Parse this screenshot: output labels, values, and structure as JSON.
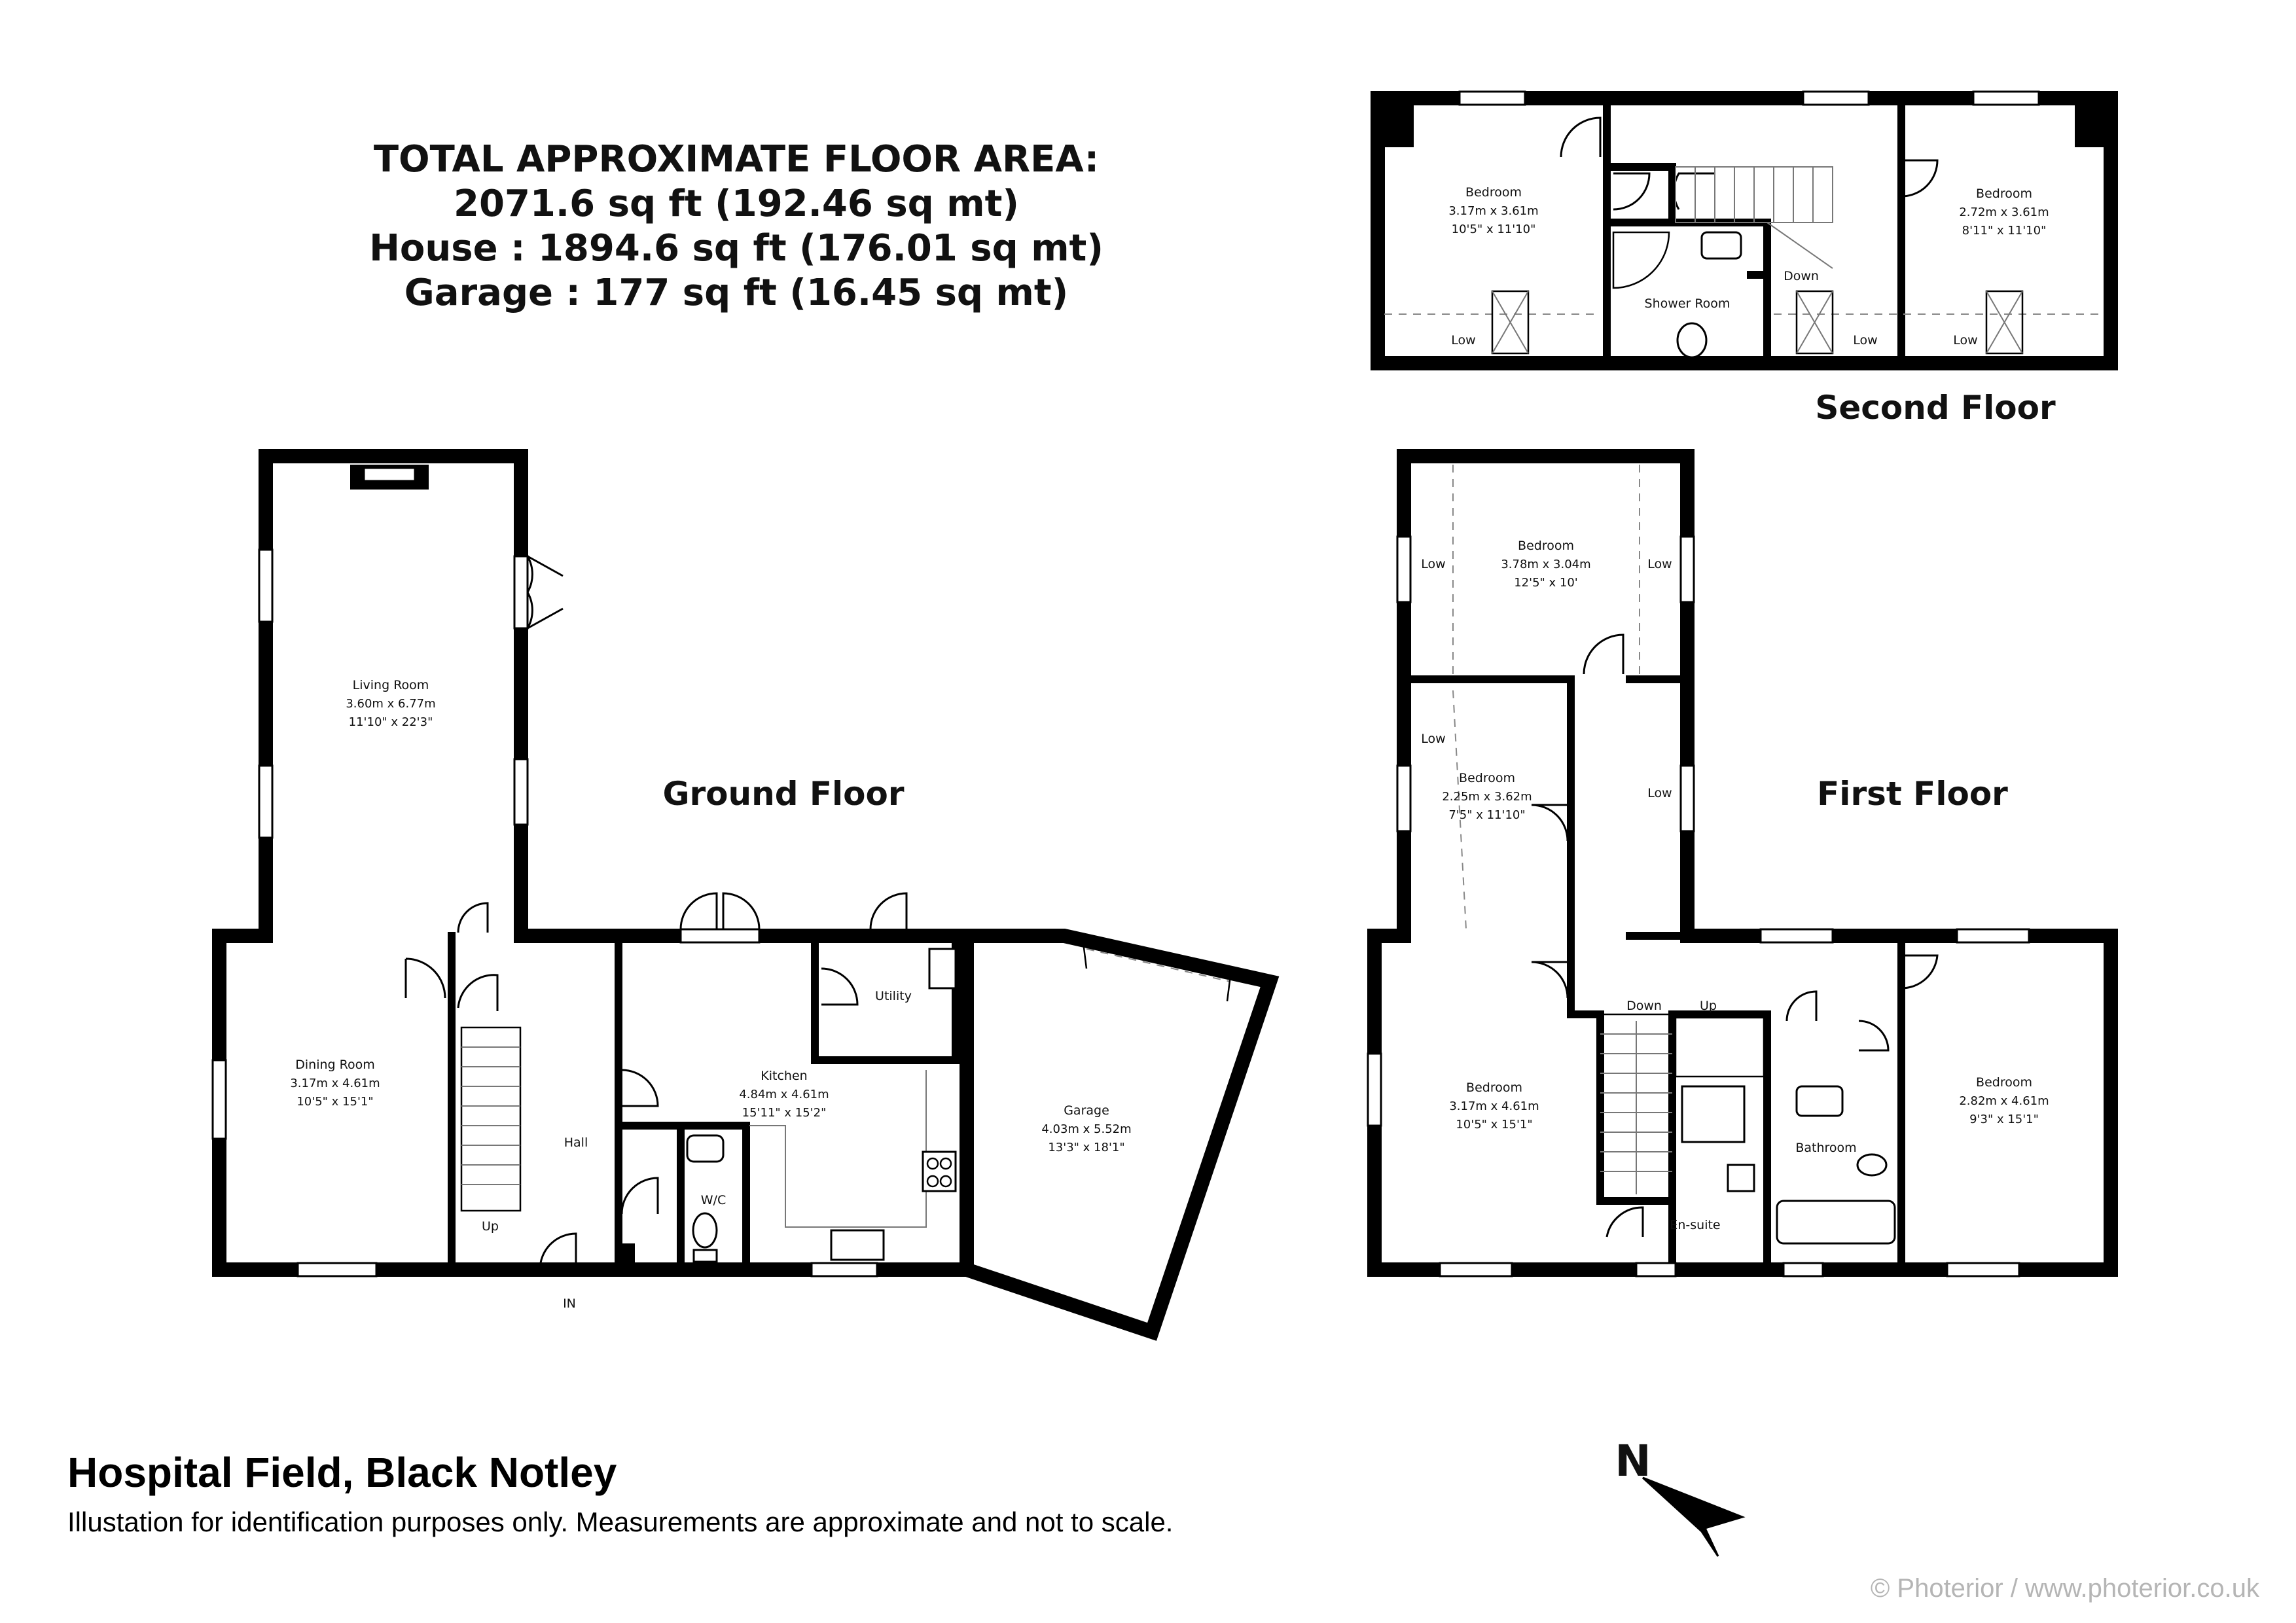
{
  "area_summary": {
    "heading": "TOTAL APPROXIMATE FLOOR AREA:",
    "total": "2071.6 sq ft (192.46 sq mt)",
    "house": "House : 1894.6 sq ft (176.01 sq mt)",
    "garage": "Garage : 177 sq ft (16.45 sq mt)"
  },
  "floors": {
    "ground": "Ground Floor",
    "first": "First Floor",
    "second": "Second Floor"
  },
  "ground_rooms": {
    "living": {
      "name": "Living Room",
      "metric": "3.60m x 6.77m",
      "imperial": "11'10\" x 22'3\""
    },
    "dining": {
      "name": "Dining Room",
      "metric": "3.17m x 4.61m",
      "imperial": "10'5\" x 15'1\""
    },
    "kitchen": {
      "name": "Kitchen",
      "metric": "4.84m x 4.61m",
      "imperial": "15'11\" x 15'2\""
    },
    "garage": {
      "name": "Garage",
      "metric": "4.03m x 5.52m",
      "imperial": "13'3\" x 18'1\""
    },
    "hall": "Hall",
    "utility": "Utility",
    "wc": "W/C",
    "up": "Up",
    "in": "IN"
  },
  "first_rooms": {
    "bed_top": {
      "name": "Bedroom",
      "metric": "3.78m x 3.04m",
      "imperial": "12'5\" x 10'"
    },
    "bed_small": {
      "name": "Bedroom",
      "metric": "2.25m x 3.62m",
      "imperial": "7'5\" x 11'10\""
    },
    "bed_left": {
      "name": "Bedroom",
      "metric": "3.17m x 4.61m",
      "imperial": "10'5\" x 15'1\""
    },
    "bed_right": {
      "name": "Bedroom",
      "metric": "2.82m x 4.61m",
      "imperial": "9'3\" x 15'1\""
    },
    "bathroom": "Bathroom",
    "ensuite": "En-suite",
    "down": "Down",
    "up": "Up",
    "low": "Low"
  },
  "second_rooms": {
    "bed_left": {
      "name": "Bedroom",
      "metric": "3.17m x 3.61m",
      "imperial": "10'5\" x 11'10\""
    },
    "bed_right": {
      "name": "Bedroom",
      "metric": "2.72m x 3.61m",
      "imperial": "8'11\" x 11'10\""
    },
    "shower": "Shower Room",
    "down": "Down",
    "low": "Low"
  },
  "footer": {
    "title": "Hospital Field, Black Notley",
    "disclaimer": "Illustation for identification purposes only. Measurements are approximate and not to scale.",
    "credit": "© Photerior / www.photerior.co.uk"
  },
  "compass": {
    "label": "N"
  }
}
